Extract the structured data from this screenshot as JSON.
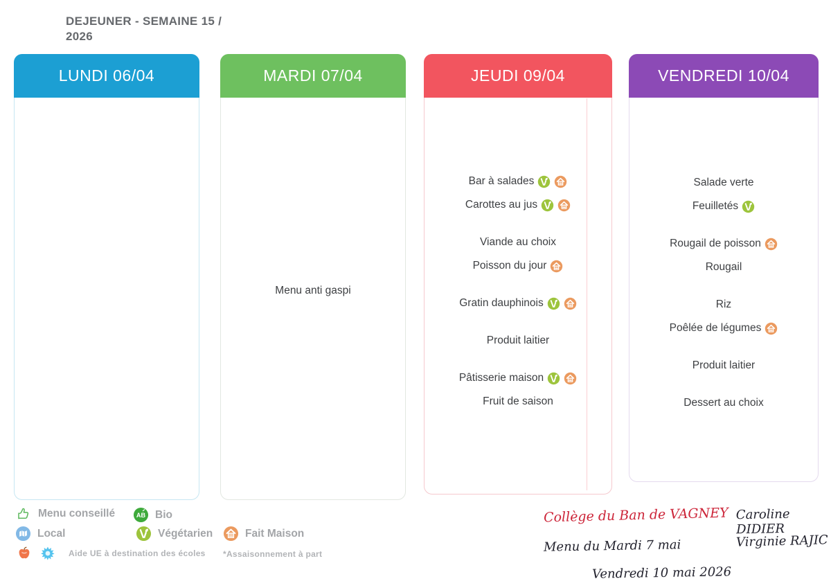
{
  "page_title": {
    "line1": "DEJEUNER - SEMAINE 15 /",
    "line2": "2026"
  },
  "days": [
    {
      "label": "LUNDI 06/04",
      "header_color": "#1c9fd3",
      "border_color": "#c6e6f2",
      "groups": []
    },
    {
      "label": "MARDI 07/04",
      "header_color": "#6ec05f",
      "border_color": "#e2e7e1",
      "groups": [
        [
          {
            "text": "Menu anti gaspi",
            "icons": []
          }
        ]
      ]
    },
    {
      "label": "JEUDI 09/04",
      "header_color": "#f2555f",
      "border_color": "#f5c9ce",
      "groups": [
        [
          {
            "text": "Bar à salades",
            "icons": [
              "vegetarian-icon",
              "fait-maison-icon"
            ]
          },
          {
            "text": "Carottes au jus",
            "icons": [
              "vegetarian-icon",
              "fait-maison-icon"
            ]
          }
        ],
        [
          {
            "text": "Viande au choix",
            "icons": []
          },
          {
            "text": "Poisson du jour",
            "icons": [
              "fait-maison-icon"
            ]
          }
        ],
        [
          {
            "text": "Gratin dauphinois",
            "icons": [
              "vegetarian-icon",
              "fait-maison-icon"
            ]
          }
        ],
        [
          {
            "text": "Produit laitier",
            "icons": []
          }
        ],
        [
          {
            "text": "Pâtisserie maison",
            "icons": [
              "vegetarian-icon",
              "fait-maison-icon"
            ]
          },
          {
            "text": "Fruit de saison",
            "icons": []
          }
        ]
      ]
    },
    {
      "label": "VENDREDI 10/04",
      "header_color": "#8c4ab6",
      "border_color": "#e4daee",
      "groups": [
        [
          {
            "text": "Salade verte",
            "icons": []
          },
          {
            "text": "Feuilletés",
            "icons": [
              "vegetarian-icon"
            ]
          }
        ],
        [
          {
            "text": "Rougail de poisson",
            "icons": [
              "fait-maison-icon"
            ]
          },
          {
            "text": "Rougail",
            "icons": []
          }
        ],
        [
          {
            "text": "Riz",
            "icons": []
          },
          {
            "text": "Poêlée de légumes",
            "icons": [
              "fait-maison-icon"
            ]
          }
        ],
        [
          {
            "text": "Produit laitier",
            "icons": []
          }
        ],
        [
          {
            "text": "Dessert au choix",
            "icons": []
          }
        ]
      ]
    }
  ],
  "legend": {
    "entries": [
      {
        "icon": "thumbs-up-icon",
        "label": "Menu conseillé"
      },
      {
        "icon": "bio-icon",
        "label": "Bio"
      },
      {
        "icon": "local-icon",
        "label": "Local"
      },
      {
        "icon": "vegetarian-icon",
        "label": "Végétarien"
      },
      {
        "icon": "fait-maison-icon",
        "label": "Fait Maison"
      }
    ],
    "eu_aid": {
      "icons": [
        "fruit-icon",
        "milk-icon"
      ],
      "label": "Aide UE à destination des écoles"
    },
    "note": "*Assaisonnement à part"
  },
  "handwriting": {
    "school": "Collège du Ban de VAGNEY",
    "menu_line": "Menu du Mardi 7 mai",
    "date_line": "Vendredi 10 mai  2026",
    "signature1": "Caroline DIDIER",
    "signature2": "Virginie RAJIC"
  },
  "icon_colors": {
    "vegetarian": "#9dc43c",
    "fait_maison": "#eb9a5f",
    "bio": "#3eaa3b",
    "local": "#82b9e6",
    "menu_conseille": "#5cb85c",
    "fruit": "#f0764a",
    "milk": "#54c3ee"
  }
}
